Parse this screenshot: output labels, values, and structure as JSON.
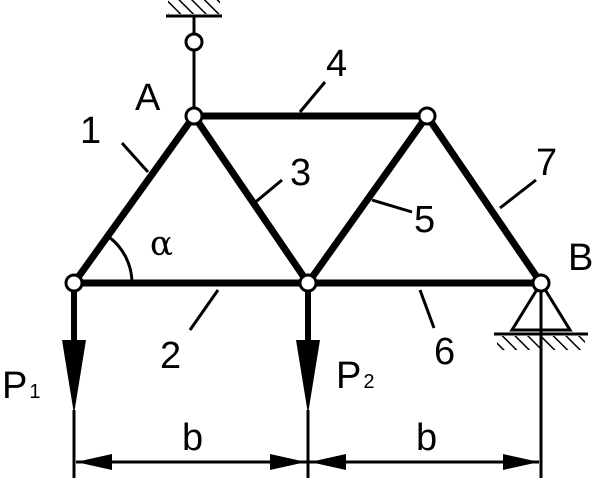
{
  "diagram": {
    "joints": {
      "A": "A",
      "B": "B"
    },
    "members": [
      "1",
      "2",
      "3",
      "4",
      "5",
      "6",
      "7"
    ],
    "angle": "α",
    "loads": [
      {
        "letter": "P",
        "index": "1"
      },
      {
        "letter": "P",
        "index": "2"
      }
    ],
    "dimensions": [
      "b",
      "b"
    ],
    "colors": {
      "ink": "#000000",
      "background": "#ffffff"
    }
  }
}
